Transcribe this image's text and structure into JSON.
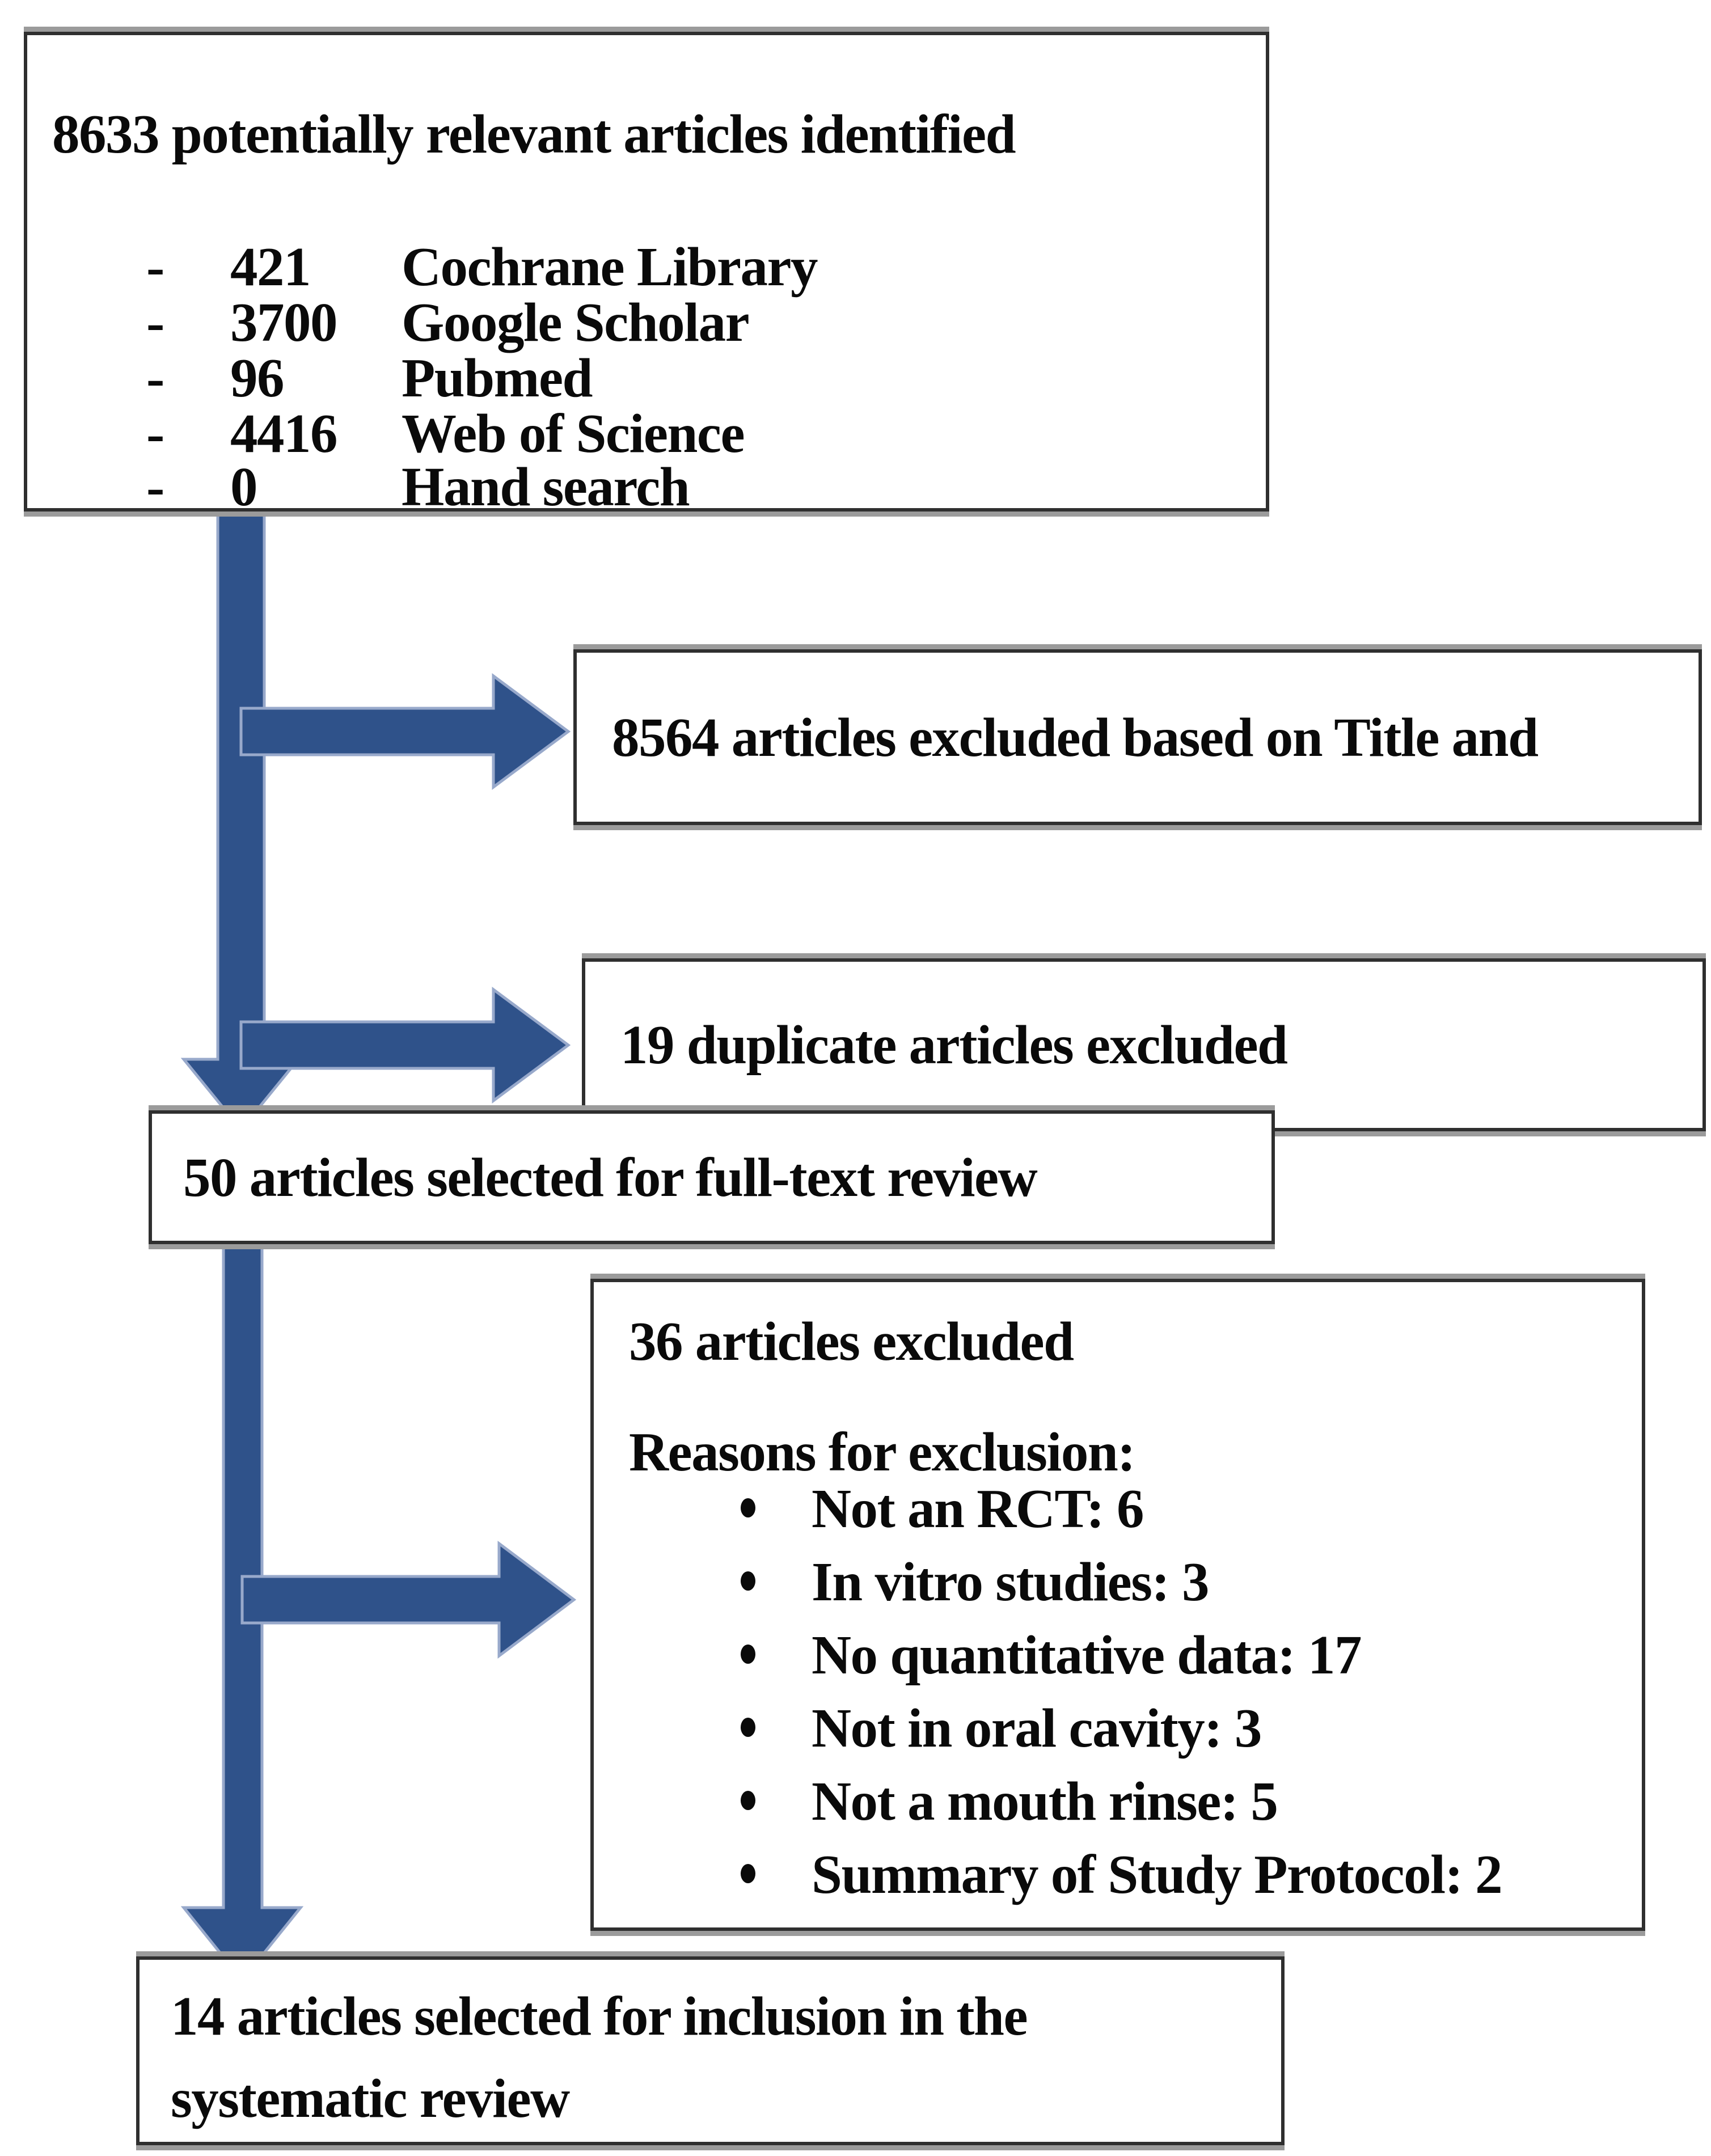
{
  "diagram": {
    "identification_box": {
      "title": "8633 potentially relevant articles identified",
      "bullet_char": "-",
      "sources": [
        {
          "count": "421",
          "label": "Cochrane Library"
        },
        {
          "count": "3700",
          "label": "Google Scholar"
        },
        {
          "count": "96",
          "label": "Pubmed"
        },
        {
          "count": "4416",
          "label": "Web of Science"
        },
        {
          "count": "0",
          "label": "Hand search"
        }
      ]
    },
    "title_abstract_excluded_box": {
      "text": "8564 articles excluded based on Title and"
    },
    "duplicates_excluded_box": {
      "text": "19 duplicate articles excluded"
    },
    "fulltext_box": {
      "text": "50 articles selected for full-text review"
    },
    "fulltext_excluded_box": {
      "title": "36 articles excluded",
      "subtitle": "Reasons for exclusion:",
      "reasons": [
        "Not an RCT: 6",
        "In vitro studies: 3",
        "No quantitative data: 17",
        "Not in oral cavity: 3",
        "Not a mouth rinse: 5",
        "Summary of Study Protocol: 2"
      ]
    },
    "inclusion_box": {
      "lines": [
        "14 articles selected for inclusion in the",
        "systematic review"
      ]
    }
  },
  "colors": {
    "arrow_fill": "#2F528A",
    "arrow_edge": "#98A9CB",
    "box_border": "#2F2F2F",
    "box_shadow": "#9B9B9B",
    "text": "#0A0A0A",
    "background": "#FFFFFF"
  }
}
